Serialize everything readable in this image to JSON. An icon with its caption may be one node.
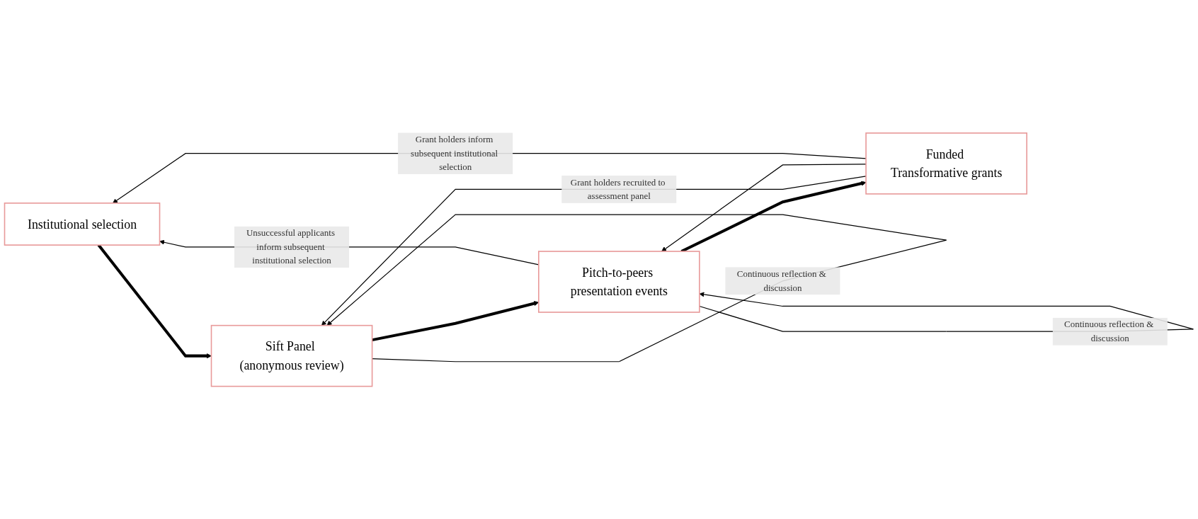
{
  "diagram": {
    "nodes": [
      {
        "text": [
          "Institutional selection"
        ]
      },
      {
        "text": [
          "Sift Panel (anonymous review)"
        ]
      },
      {
        "text": [
          "Pitch-to-peers presentation events"
        ]
      },
      {
        "text": [
          "Funded Transformative grants"
        ]
      }
    ],
    "edges": [
      {
        "from": 0,
        "to": 1,
        "arrow": "to",
        "style": "thick"
      },
      {
        "from": 1,
        "to": 2,
        "arrow": "to",
        "style": "thick"
      },
      {
        "from": 2,
        "to": 3,
        "arrow": "to",
        "style": "thick"
      },
      {
        "from": 1,
        "to": 1,
        "arrow": "to",
        "label": "Continuous reflection & discussion"
      },
      {
        "from": 2,
        "to": 2,
        "arrow": "to",
        "label": "Continuous reflection & discussion"
      },
      {
        "from": 3,
        "to": 1,
        "arrow": "to",
        "label": "Grant holders recruited to assessment panel"
      },
      {
        "from": 3,
        "to": 2,
        "arrow": "to"
      },
      {
        "from": 2,
        "to": 0,
        "arrow": "to",
        "label": "Unsuccessful applicants inform subsequent institutional selection"
      },
      {
        "from": 3,
        "to": 0,
        "arrow": "to",
        "label": "Grant holders inform subsequent institutional selection"
      }
    ]
  }
}
